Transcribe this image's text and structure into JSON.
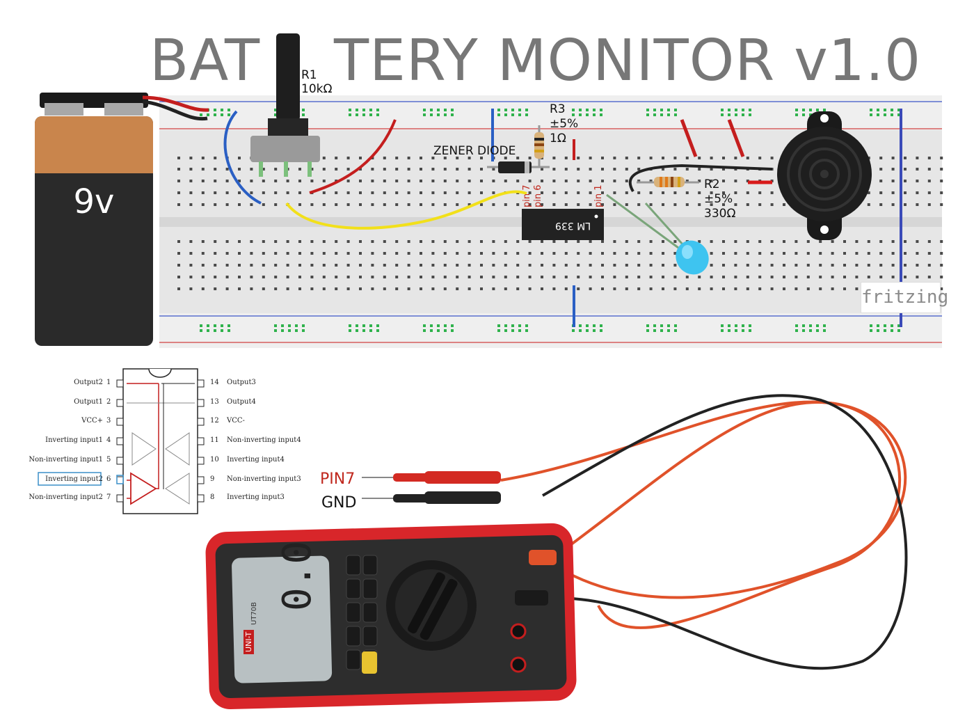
{
  "title_left": "BAT",
  "title_right": "TERY MONITOR v1.0",
  "battery": {
    "label": "9v"
  },
  "r1": {
    "name": "R1",
    "value": "10kΩ"
  },
  "r3": {
    "name": "R3",
    "tolerance": "±5%",
    "value": "1Ω"
  },
  "r2": {
    "name": "R2",
    "tolerance": "±5%",
    "value": "330Ω"
  },
  "zener": "ZENER DIODE",
  "chip": "LM 339",
  "pins": {
    "p7": "pin 7",
    "p6": "pin 6",
    "p1": "pin 1"
  },
  "fritzing": "fritzing",
  "probes": {
    "red": "PIN7",
    "black": "GND"
  },
  "meter": {
    "brand": "UNI-T",
    "model": "UT70B",
    "reading": "0.0"
  },
  "ic_pins": {
    "left": [
      {
        "num": "1",
        "label": "Output2"
      },
      {
        "num": "2",
        "label": "Output1"
      },
      {
        "num": "3",
        "label": "VCC+"
      },
      {
        "num": "4",
        "label": "Inverting input1"
      },
      {
        "num": "5",
        "label": "Non-inverting input1"
      },
      {
        "num": "6",
        "label": "Inverting input2"
      },
      {
        "num": "7",
        "label": "Non-inverting input2"
      }
    ],
    "right": [
      {
        "num": "14",
        "label": "Output3"
      },
      {
        "num": "13",
        "label": "Output4"
      },
      {
        "num": "12",
        "label": "VCC-"
      },
      {
        "num": "11",
        "label": "Non-inverting input4"
      },
      {
        "num": "10",
        "label": "Inverting input4"
      },
      {
        "num": "9",
        "label": "Non-inverting input3"
      },
      {
        "num": "8",
        "label": "Inverting input3"
      }
    ]
  },
  "colors": {
    "wire_red": "#c41e1e",
    "wire_blue": "#2a5fc4",
    "wire_yellow": "#f2e01a",
    "wire_black": "#222222",
    "lead_orange": "#e0522a",
    "breadboard": "#e3e3e3",
    "hole_green": "#2fb24c",
    "meter_red": "#d8262a",
    "lcd": "#b8c0c2",
    "led_blue": "#3ec4f0",
    "highlight_box": "#3a8fc8"
  }
}
